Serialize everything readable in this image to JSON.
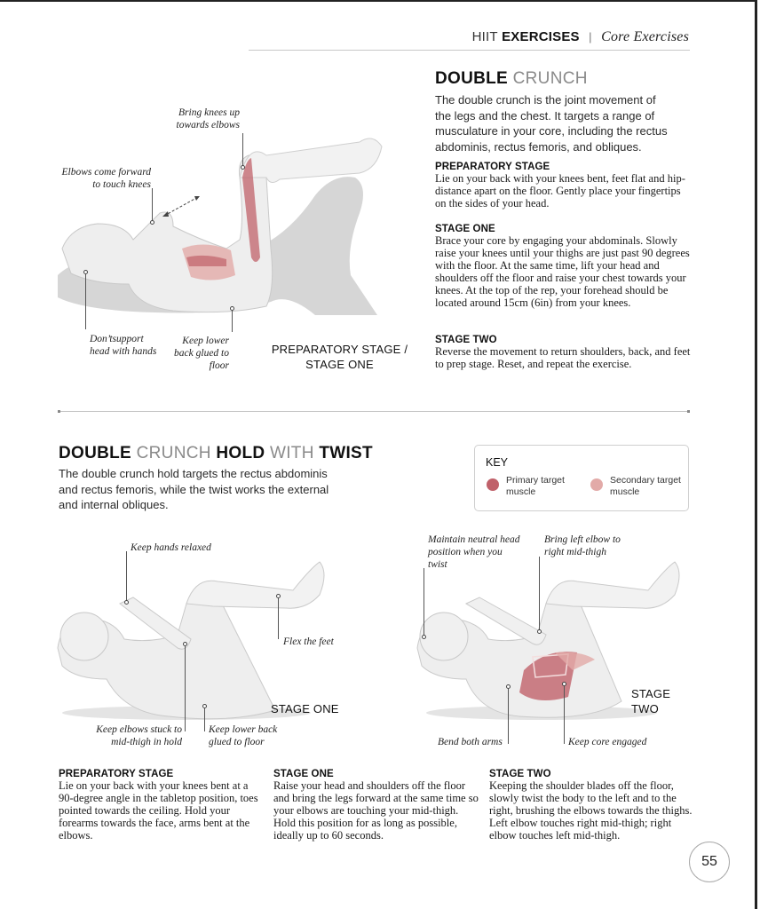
{
  "header": {
    "section_light": "HIIT",
    "section_bold": "EXERCISES",
    "separator": "|",
    "chapter": "Core Exercises"
  },
  "exercise1": {
    "title_bold": "DOUBLE",
    "title_light": "CRUNCH",
    "intro": "The double crunch is the joint movement of the legs and the chest. It targets a range of musculature in your core, including the rectus abdominis, rectus femoris, and obliques.",
    "stages": [
      {
        "heading": "PREPARATORY STAGE",
        "text": "Lie on your back with your knees bent, feet flat and hip-distance apart on the floor. Gently place your fingertips on the sides of your head."
      },
      {
        "heading": "STAGE ONE",
        "text": "Brace your core by engaging your abdominals. Slowly raise your knees until your thighs are just past 90 degrees with the floor. At the same time, lift your head and shoulders off the floor and raise your chest towards your knees. At the top of the rep, your forehead should be located around 15cm (6in) from your knees."
      },
      {
        "heading": "STAGE TWO",
        "text": "Reverse the movement to return shoulders, back, and feet to prep stage. Reset, and repeat the exercise."
      }
    ],
    "figure": {
      "stage_label_line1": "PREPARATORY STAGE /",
      "stage_label_line2": "STAGE ONE",
      "annotations": {
        "knees": "Bring knees up towards elbows",
        "elbows": "Elbows come forward to touch knees",
        "head": "Don’tsupport head with hands",
        "back": "Keep lower back glued to floor"
      }
    }
  },
  "exercise2": {
    "title_parts": [
      {
        "text": "DOUBLE",
        "weight": "bold"
      },
      {
        "text": "CRUNCH",
        "weight": "light"
      },
      {
        "text": "HOLD",
        "weight": "bold"
      },
      {
        "text": "WITH",
        "weight": "light"
      },
      {
        "text": "TWIST",
        "weight": "bold"
      }
    ],
    "intro": "The double crunch hold targets the rectus abdominis and rectus femoris, while the twist works the external and internal obliques.",
    "key": {
      "title": "KEY",
      "items": [
        {
          "label": "Primary target muscle",
          "color": "#c0616a"
        },
        {
          "label": "Secondary target muscle",
          "color": "#e2aaa8"
        }
      ]
    },
    "figure_left": {
      "stage_label": "STAGE ONE",
      "annotations": {
        "hands": "Keep hands relaxed",
        "feet": "Flex the feet",
        "elbows": "Keep elbows stuck to mid-thigh in hold",
        "back": "Keep lower back glued to floor"
      }
    },
    "figure_right": {
      "stage_label_line1": "STAGE",
      "stage_label_line2": "TWO",
      "annotations": {
        "head": "Maintain neutral head position when you twist",
        "elbow": "Bring left elbow to right mid-thigh",
        "arms": "Bend both arms",
        "core": "Keep core engaged"
      }
    },
    "stages": [
      {
        "heading": "PREPARATORY STAGE",
        "text": "Lie on your back with your knees bent at a 90-degree angle in the tabletop position, toes pointed towards the ceiling. Hold your forearms towards the face, arms bent at the elbows."
      },
      {
        "heading": "STAGE ONE",
        "text": "Raise your head and shoulders off the floor and bring the legs forward at the same time so your elbows are touching your mid-thigh. Hold this position for as long as possible, ideally up to 60 seconds."
      },
      {
        "heading": "STAGE TWO",
        "text": "Keeping the shoulder blades off the floor, slowly twist the body to the left and to the right, brushing the elbows towards the thighs. Left elbow touches right mid-thigh; right elbow touches left mid-thigh."
      }
    ]
  },
  "page_number": "55",
  "colors": {
    "primary_muscle": "#c0616a",
    "secondary_muscle": "#e2aaa8",
    "figure_body": "#ececec",
    "figure_shadow": "#d3d3d3"
  }
}
